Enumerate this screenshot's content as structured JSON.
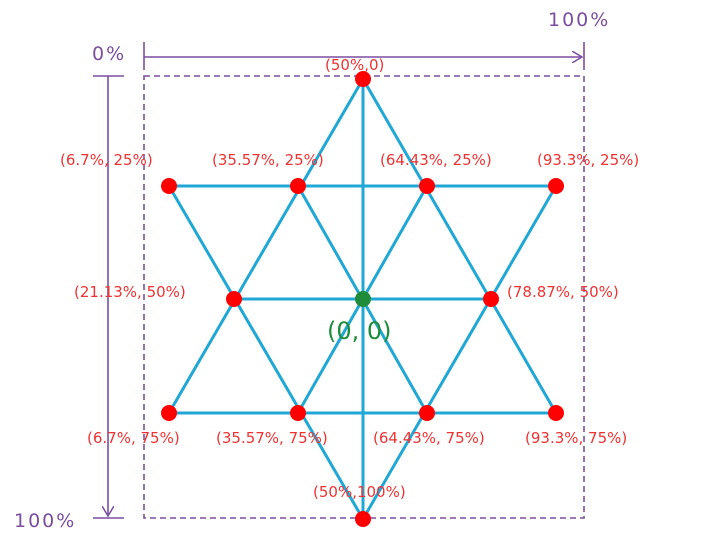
{
  "axis": {
    "x_start_label": "0%",
    "x_end_label": "100%",
    "y_end_label": "100%"
  },
  "points": [
    {
      "id": "top",
      "label": "(50%,0)"
    },
    {
      "id": "upper-1",
      "label": "(6.7%, 25%)"
    },
    {
      "id": "upper-2",
      "label": "(35.57%, 25%)"
    },
    {
      "id": "upper-3",
      "label": "(64.43%, 25%)"
    },
    {
      "id": "upper-4",
      "label": "(93.3%, 25%)"
    },
    {
      "id": "mid-left",
      "label": "(21.13%, 50%)"
    },
    {
      "id": "mid-right",
      "label": "(78.87%, 50%)"
    },
    {
      "id": "center",
      "label": "(0, 0)"
    },
    {
      "id": "lower-1",
      "label": "(6.7%, 75%)"
    },
    {
      "id": "lower-2",
      "label": "(35.57%, 75%)"
    },
    {
      "id": "lower-3",
      "label": "(64.43%, 75%)"
    },
    {
      "id": "lower-4",
      "label": "(93.3%, 75%)"
    },
    {
      "id": "bottom",
      "label": "(50%,100%)"
    }
  ],
  "colors": {
    "axis": "#7b4fa0",
    "lines": "#1fa7d6",
    "points": "#ff0000",
    "center": "#1e8c3a",
    "labels": "#ee3333"
  }
}
